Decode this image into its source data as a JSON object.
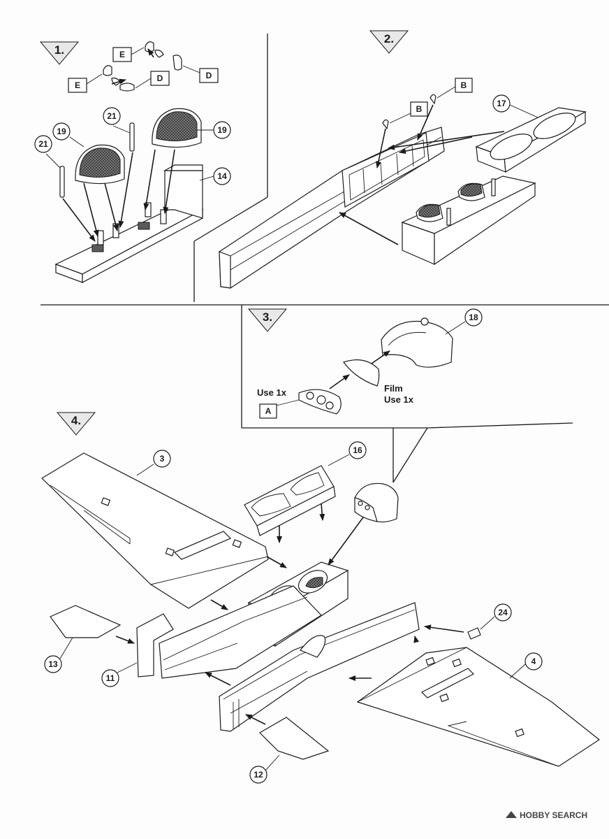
{
  "steps": [
    "1.",
    "2.",
    "3.",
    "4."
  ],
  "callouts": {
    "s1_E_top": "E",
    "s1_E_left": "E",
    "s1_D_right": "D",
    "s1_D_mid": "D",
    "s1_21_a": "21",
    "s1_21_b": "21",
    "s1_19_a": "19",
    "s1_19_b": "19",
    "s1_14": "14",
    "s2_B_a": "B",
    "s2_B_b": "B",
    "s2_17": "17",
    "s3_A": "A",
    "s3_18": "18",
    "s4_3": "3",
    "s4_16": "16",
    "s4_24": "24",
    "s4_4": "4",
    "s4_13": "13",
    "s4_11": "11",
    "s4_12": "12"
  },
  "notes": {
    "use_1x_left": "Use 1x",
    "film": "Film",
    "use_1x_right": "Use 1x"
  },
  "watermark": {
    "brand": "HOBBY SEARCH"
  }
}
